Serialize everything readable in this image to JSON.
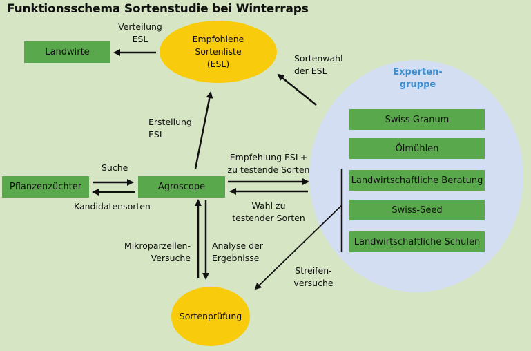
{
  "title": "Funktionsschema Sortenstudie bei Winterraps",
  "nodes": {
    "landwirte": "Landwirte",
    "esl_line1": "Empfohlene",
    "esl_line2": "Sortenliste",
    "esl_line3": "(ESL)",
    "pflanzenzuechter": "Pflanzenzüchter",
    "agroscope": "Agroscope",
    "sortenpruefung": "Sortenprüfung"
  },
  "expert_group": {
    "title_line1": "Experten-",
    "title_line2": "gruppe",
    "members": [
      "Swiss Granum",
      "Ölmühlen",
      "Landwirtschaftliche Beratung",
      "Swiss-Seed",
      "Landwirtschaftliche Schulen"
    ]
  },
  "edge_labels": {
    "verteilung_1": "Verteilung",
    "verteilung_2": "ESL",
    "sortenwahl_1": "Sortenwahl",
    "sortenwahl_2": "der ESL",
    "erstellung_1": "Erstellung",
    "erstellung_2": "ESL",
    "suche": "Suche",
    "kandidaten": "Kandidatensorten",
    "empfehlung_1": "Empfehlung ESL+",
    "empfehlung_2": "zu testende Sorten",
    "wahl_1": "Wahl zu",
    "wahl_2": "testender Sorten",
    "mikro_1": "Mikroparzellen-",
    "mikro_2": "Versuche",
    "analyse_1": "Analyse der",
    "analyse_2": "Ergebnisse",
    "streifen_1": "Streifen-",
    "streifen_2": "versuche"
  },
  "colors": {
    "background": "#d6e6c4",
    "box_green": "#5aa84c",
    "ellipse_yellow": "#f8cc0c",
    "expert_ellipse": "#d3def2",
    "expert_title": "#3f8fd0"
  }
}
